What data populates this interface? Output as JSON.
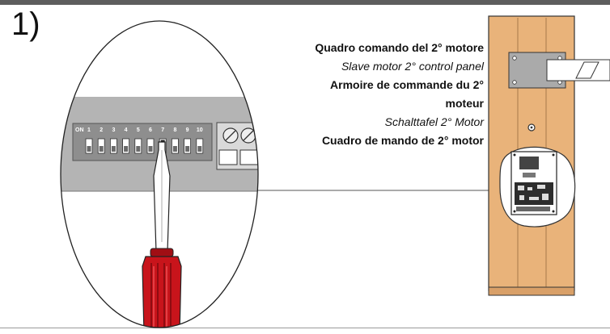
{
  "step_number": "1)",
  "labels": {
    "it": "Quadro comando del 2° motore",
    "en": "Slave motor 2° control panel",
    "fr_line1": "Armoire de commande du 2°",
    "fr_line2": "moteur",
    "de": "Schalttafel 2° Motor",
    "es": "Cuadro de mando de 2° motor"
  },
  "dip_switch": {
    "on_label": "ON",
    "numbers": [
      "1",
      "2",
      "3",
      "4",
      "5",
      "6",
      "7",
      "8",
      "9",
      "10"
    ],
    "active_switch": "7"
  },
  "colors": {
    "header_bar": "#5e5e5e",
    "wood": "#e9b37a",
    "board": "#b3b3b3",
    "dip_body": "#8e8e8e",
    "screwdriver_handle": "#c8141b"
  }
}
